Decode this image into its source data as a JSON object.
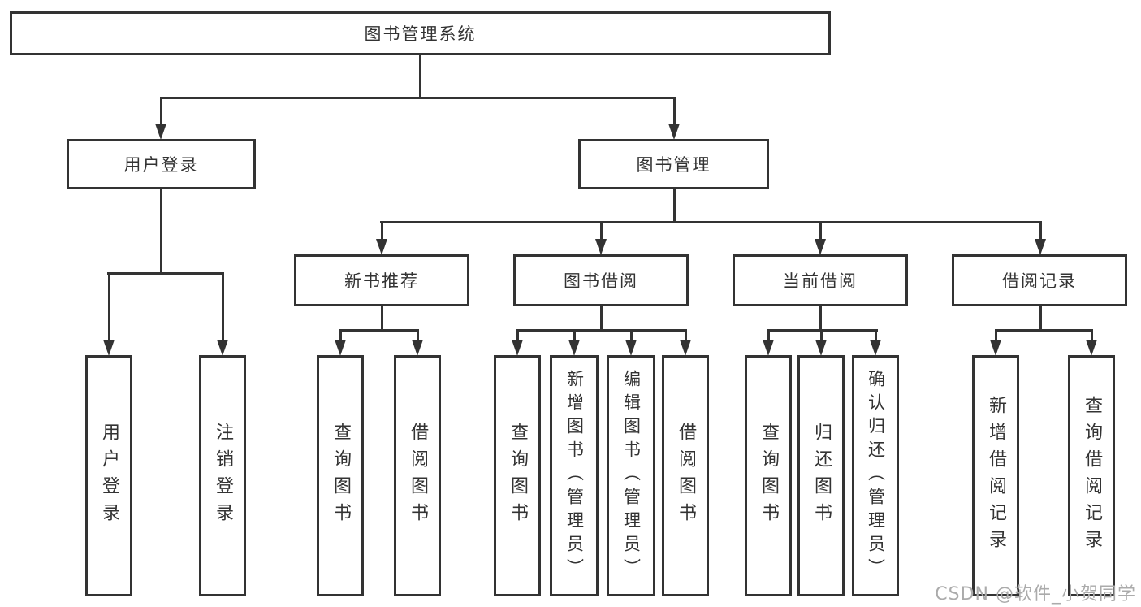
{
  "tree": {
    "label": "图书管理系统",
    "children": [
      {
        "label": "用户登录",
        "children": [
          {
            "label": "用户登录"
          },
          {
            "label": "注销登录"
          }
        ]
      },
      {
        "label": "图书管理",
        "children": [
          {
            "label": "新书推荐",
            "children": [
              {
                "label": "查询图书"
              },
              {
                "label": "借阅图书"
              }
            ]
          },
          {
            "label": "图书借阅",
            "children": [
              {
                "label": "查询图书"
              },
              {
                "label": "新增图书（管理员）"
              },
              {
                "label": "编辑图书（管理员）"
              },
              {
                "label": "借阅图书"
              }
            ]
          },
          {
            "label": "当前借阅",
            "children": [
              {
                "label": "查询图书"
              },
              {
                "label": "归还图书"
              },
              {
                "label": "确认归还（管理员）"
              }
            ]
          },
          {
            "label": "借阅记录",
            "children": [
              {
                "label": "新增借阅记录"
              },
              {
                "label": "查询借阅记录"
              }
            ]
          }
        ]
      }
    ]
  },
  "watermark": {
    "text": "CSDN @软件_小贺同学"
  },
  "colors": {
    "line": "#333333",
    "box_border": "#333333",
    "background": "#ffffff",
    "watermark": "#ababab"
  }
}
